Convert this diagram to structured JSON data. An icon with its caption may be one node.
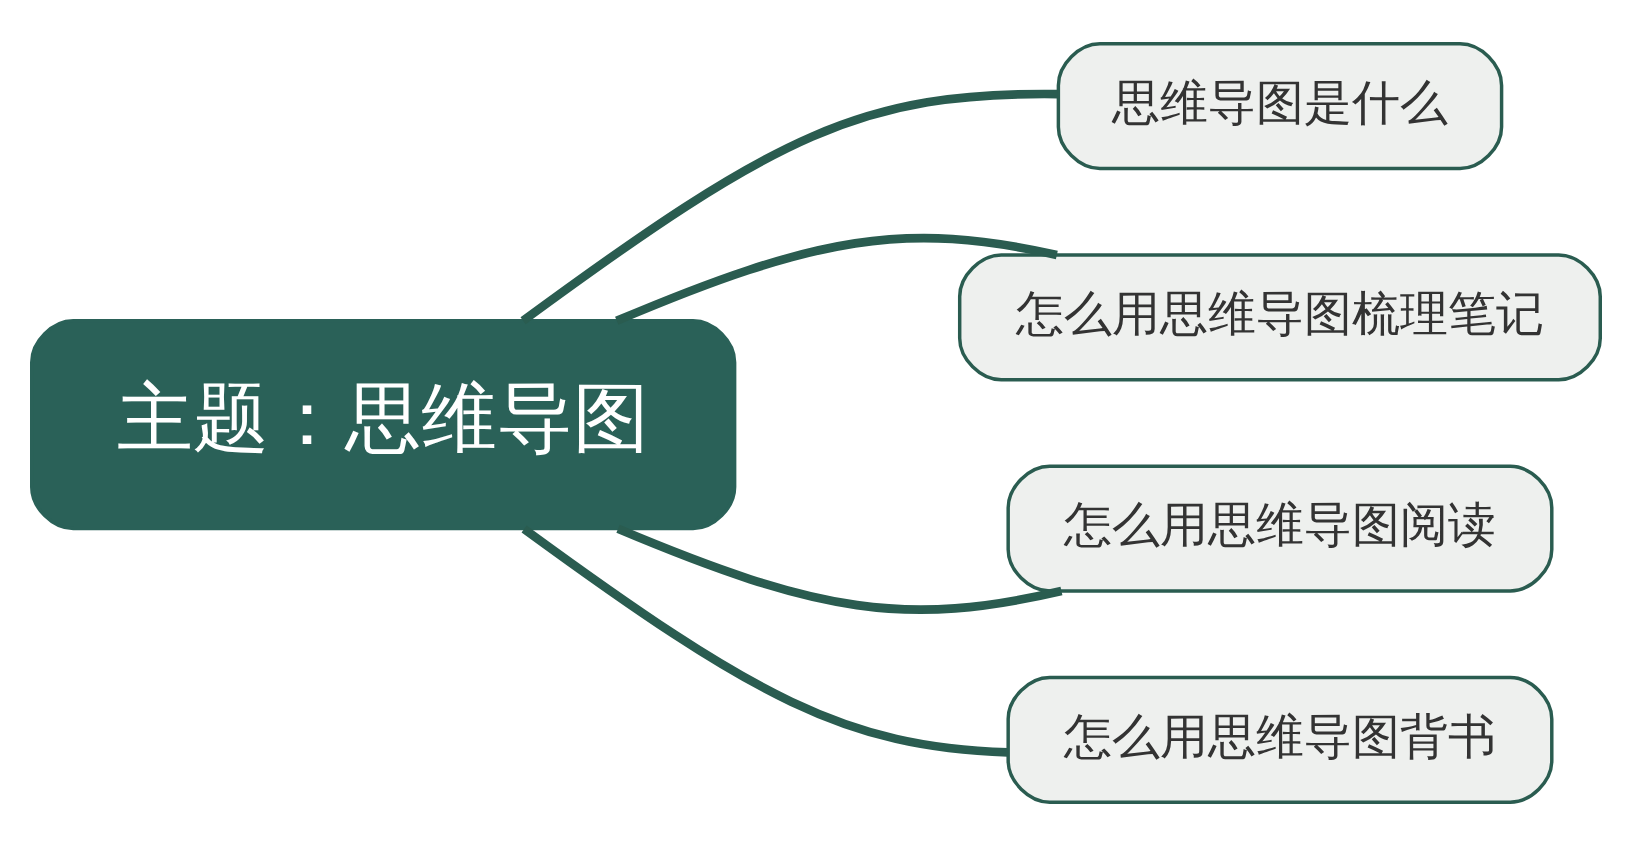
{
  "diagram": {
    "nodes": [
      {
        "text": [
          "主题：思维导图"
        ]
      },
      {
        "text": [
          "思维导图是什么"
        ]
      },
      {
        "text": [
          "怎么用思维导图梳理笔记"
        ]
      },
      {
        "text": [
          "怎么用思维导图阅读"
        ]
      },
      {
        "text": [
          "怎么用思维导图背书"
        ]
      }
    ],
    "edges": [
      {
        "from": 0,
        "to": 1,
        "arrow": "none"
      },
      {
        "from": 0,
        "to": 2,
        "arrow": "none"
      },
      {
        "from": 0,
        "to": 3,
        "arrow": "none"
      },
      {
        "from": 0,
        "to": 4,
        "arrow": "none"
      }
    ]
  }
}
